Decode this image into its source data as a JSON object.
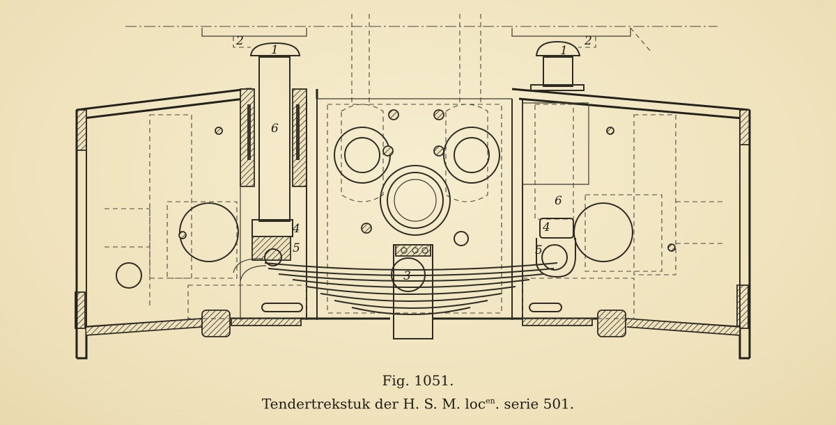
{
  "figure": {
    "number": "Fig. 1051.",
    "title_main": "Tendertrekstuk der H. S. M. loc",
    "title_sup": "en",
    "title_end": ". serie 501."
  },
  "part_labels": {
    "one": "1",
    "two": "2",
    "three": "3",
    "four": "4",
    "five": "5",
    "six": "6"
  }
}
